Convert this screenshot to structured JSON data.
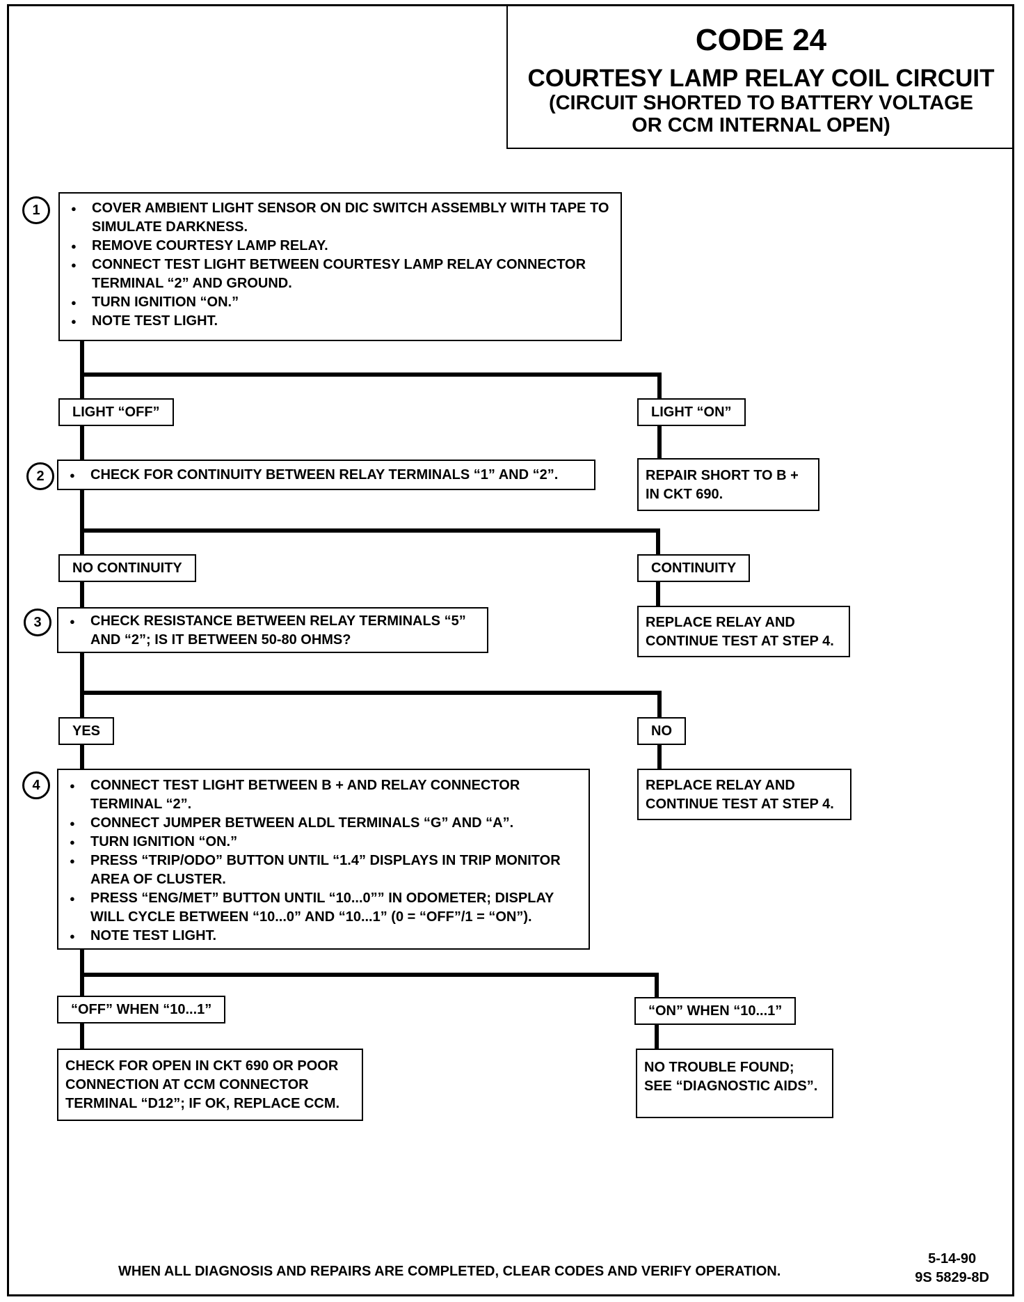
{
  "title": {
    "code": "CODE 24",
    "main": "COURTESY LAMP RELAY COIL CIRCUIT",
    "sub_line1": "(CIRCUIT SHORTED TO BATTERY VOLTAGE",
    "sub_line2": "OR CCM INTERNAL OPEN)"
  },
  "steps": [
    {
      "number": "1",
      "bullets": [
        "COVER  AMBIENT LIGHT SENSOR ON DIC SWITCH ASSEMBLY WITH TAPE TO SIMULATE DARKNESS.",
        "REMOVE COURTESY LAMP RELAY.",
        "CONNECT TEST LIGHT BETWEEN COURTESY LAMP RELAY CONNECTOR TERMINAL “2” AND GROUND.",
        "TURN IGNITION “ON.”",
        "NOTE TEST LIGHT."
      ]
    },
    {
      "number": "2",
      "bullets": [
        "CHECK FOR CONTINUITY BETWEEN RELAY TERMINALS “1” AND “2”."
      ]
    },
    {
      "number": "3",
      "bullets": [
        "CHECK RESISTANCE BETWEEN RELAY TERMINALS “5” AND “2”;  IS IT BETWEEN 50-80 OHMS?"
      ]
    },
    {
      "number": "4",
      "bullets": [
        "CONNECT TEST LIGHT BETWEEN B +  AND RELAY CONNECTOR TERMINAL “2”.",
        "CONNECT JUMPER BETWEEN ALDL TERMINALS “G” AND “A”.",
        "TURN IGNITION “ON.”",
        "PRESS “TRIP/ODO” BUTTON UNTIL “1.4” DISPLAYS IN TRIP MONITOR AREA OF CLUSTER.",
        "PRESS “ENG/MET” BUTTON UNTIL “10...0”” IN ODOMETER;  DISPLAY WILL CYCLE BETWEEN “10...0” AND “10...1” (0 = “OFF”/1 = “ON”).",
        "NOTE TEST LIGHT."
      ]
    }
  ],
  "branches": {
    "b1_left": "LIGHT “OFF”",
    "b1_right": "LIGHT “ON”",
    "b2_left": "NO CONTINUITY",
    "b2_right": "CONTINUITY",
    "b3_left": "YES",
    "b3_right": "NO",
    "b4_left": "“OFF” WHEN “10...1”",
    "b4_right": "“ON” WHEN “10...1”"
  },
  "actions": {
    "repair_short": "REPAIR SHORT TO B + IN CKT 690.",
    "replace_relay_1": "REPLACE RELAY AND CONTINUE TEST AT STEP 4.",
    "replace_relay_2": "REPLACE RELAY AND CONTINUE TEST AT STEP 4.",
    "check_open": "CHECK FOR OPEN IN CKT 690 OR POOR CONNECTION AT CCM CONNECTOR TERMINAL “D12”;  IF OK, REPLACE CCM.",
    "no_trouble": "NO TROUBLE FOUND; SEE “DIAGNOSTIC AIDS”."
  },
  "footer": {
    "note": "WHEN ALL DIAGNOSIS AND REPAIRS ARE COMPLETED, CLEAR CODES AND VERIFY OPERATION.",
    "date": "5-14-90",
    "ref": "9S 5829-8D"
  }
}
